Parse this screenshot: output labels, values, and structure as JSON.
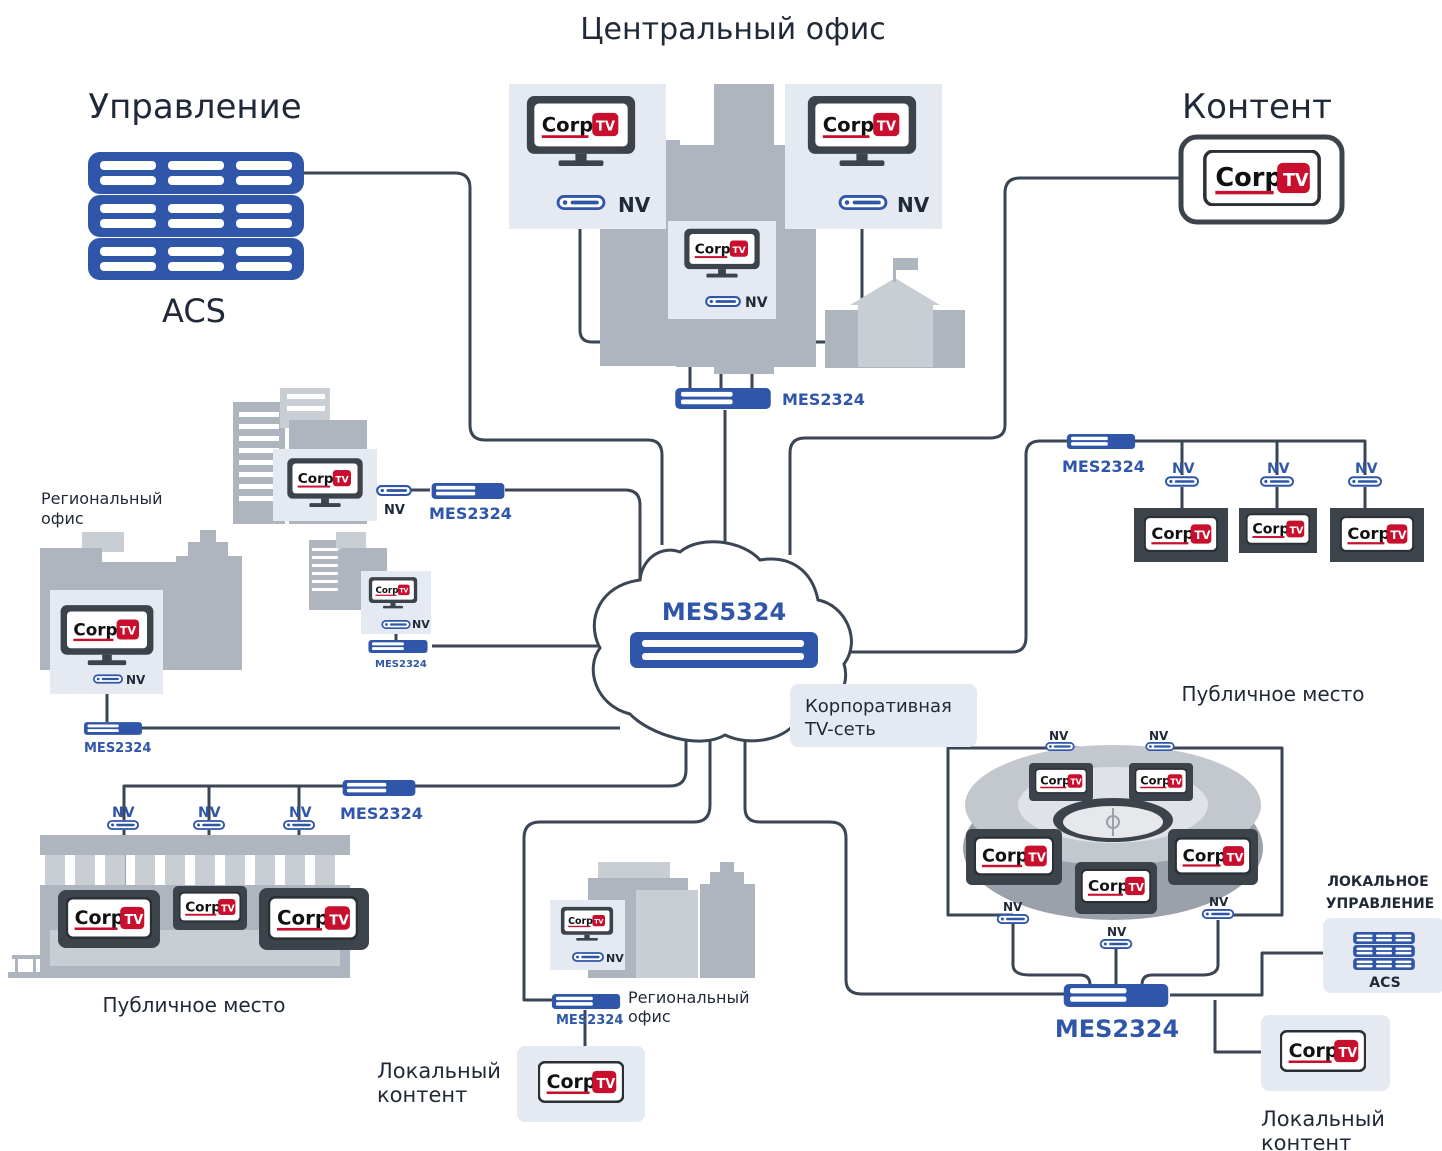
{
  "titles": {
    "central_office": "Центральный офис",
    "management": "Управление",
    "content": "Контент"
  },
  "labels": {
    "acs": "ACS",
    "nv": "NV",
    "mes2324": "MES2324",
    "mes5324": "MES5324",
    "corp_tv_net_1": "Корпоративная",
    "corp_tv_net_2": "TV-сеть",
    "regional_office_1": "Региональный",
    "regional_office_2": "офис",
    "public_place": "Публичное место",
    "local_content_1": "Локальный",
    "local_content_2": "контент",
    "local_mgmt_1": "ЛОКАЛЬНОЕ",
    "local_mgmt_2": "УПРАВЛЕНИЕ"
  },
  "logo": {
    "corp": "Corp",
    "tv": "TV"
  },
  "colors": {
    "accent_blue": "#2f56a8",
    "wire": "#3b4654",
    "building_gray": "#aeb5be",
    "card_bg": "#e5e9f1",
    "logo_red": "#c8102e"
  }
}
